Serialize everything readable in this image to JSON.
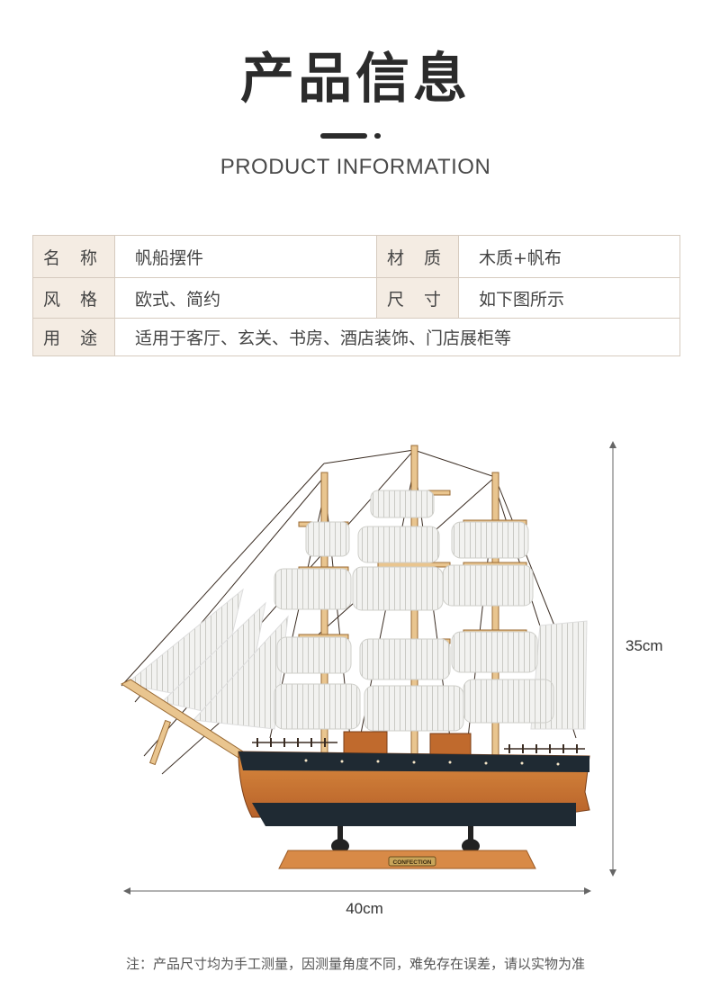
{
  "header": {
    "title": "产品信息",
    "subtitle": "PRODUCT INFORMATION"
  },
  "info_table": {
    "rows": [
      {
        "label1": "名 称",
        "value1": "帆船摆件",
        "label2": "材 质",
        "value2": "木质+帆布"
      },
      {
        "label1": "风 格",
        "value1": "欧式、简约",
        "label2": "尺 寸",
        "value2": "如下图所示"
      },
      {
        "label1": "用 途",
        "value1": "适用于客厅、玄关、书房、酒店装饰、门店展柜等"
      }
    ]
  },
  "product": {
    "plaque_text": "CONFECTION",
    "height_label": "35cm",
    "width_label": "40cm"
  },
  "footer": {
    "note": "注：产品尺寸均为手工测量，因测量角度不同，难免存在误差，请以实物为准"
  },
  "colors": {
    "label_bg": "#f4ece3",
    "border": "#d6cbbf",
    "wood": "#c8742e",
    "hull_dark": "#1f2a33"
  }
}
